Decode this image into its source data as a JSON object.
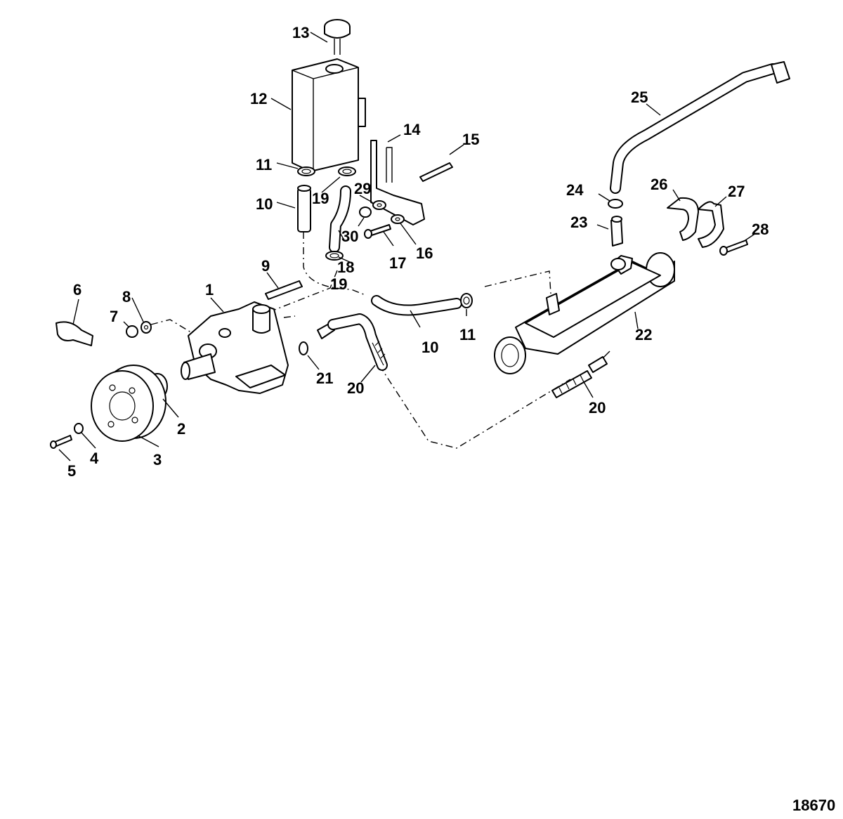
{
  "figure_number": "18670",
  "callouts": {
    "c1": "1",
    "c2": "2",
    "c3": "3",
    "c4": "4",
    "c5": "5",
    "c6": "6",
    "c7": "7",
    "c8": "8",
    "c9": "9",
    "c10a": "10",
    "c10b": "10",
    "c11a": "11",
    "c11b": "11",
    "c12": "12",
    "c13": "13",
    "c14": "14",
    "c15": "15",
    "c16": "16",
    "c17": "17",
    "c18": "18",
    "c19a": "19",
    "c19b": "19",
    "c20a": "20",
    "c20b": "20",
    "c21": "21",
    "c22": "22",
    "c23": "23",
    "c24": "24",
    "c25": "25",
    "c26": "26",
    "c27": "27",
    "c28": "28",
    "c29": "29",
    "c30": "30"
  }
}
